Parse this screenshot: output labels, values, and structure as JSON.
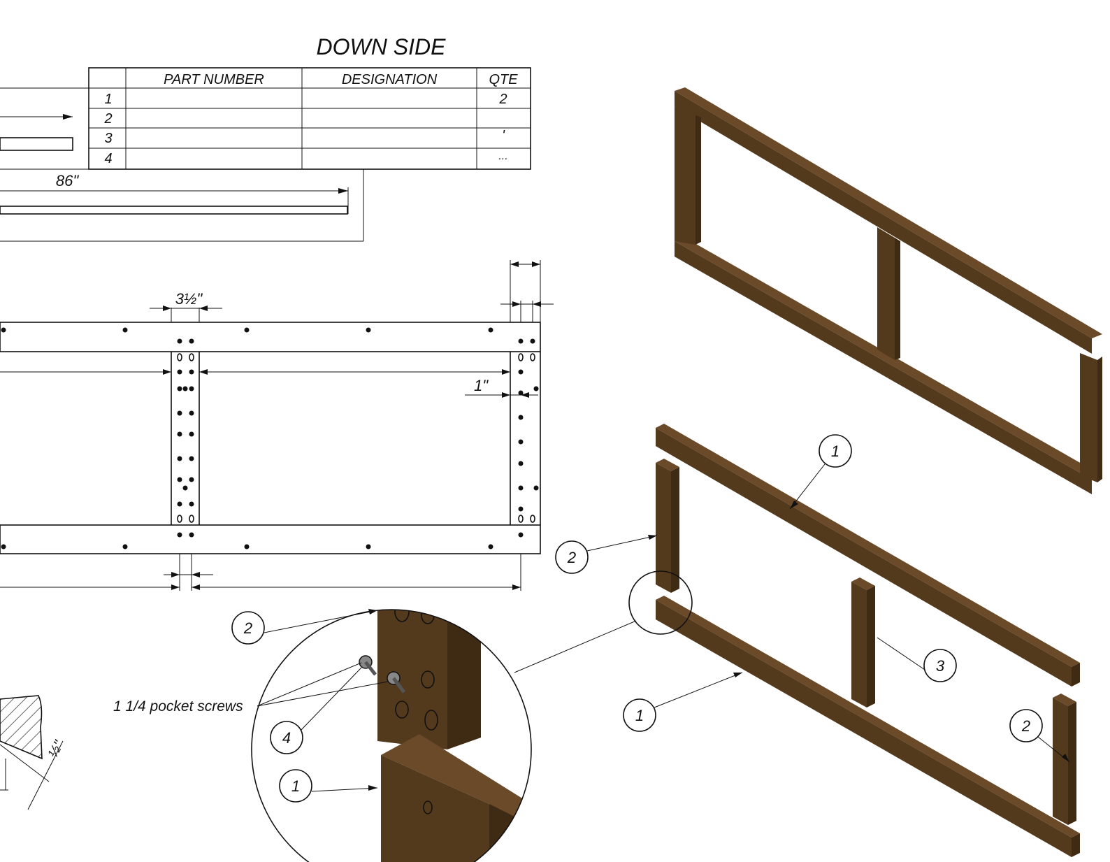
{
  "title": "DOWN SIDE",
  "bom": {
    "headers": [
      "",
      "PART NUMBER",
      "DESIGNATION",
      "QTE"
    ],
    "rows": [
      {
        "num": "1",
        "part": "",
        "designation": "",
        "qte": "2"
      },
      {
        "num": "2",
        "part": "",
        "designation": "",
        "qte": ""
      },
      {
        "num": "3",
        "part": "",
        "designation": "",
        "qte": "'"
      },
      {
        "num": "4",
        "part": "",
        "designation": "",
        "qte": "..."
      }
    ]
  },
  "dimensions": {
    "length": "86\"",
    "rail_width": "3½\"",
    "edge_offset": "1\"",
    "pocket_angle": "½\""
  },
  "callouts": {
    "detail": [
      "2",
      "4",
      "1"
    ],
    "exploded": [
      "1",
      "2",
      "3",
      "1",
      "2"
    ]
  },
  "annotation": "1 1/4 pocket screws",
  "colors": {
    "line": "#111111",
    "wood_top": "#6a4a28",
    "wood_side": "#3f2a14",
    "paper": "#ffffff"
  }
}
